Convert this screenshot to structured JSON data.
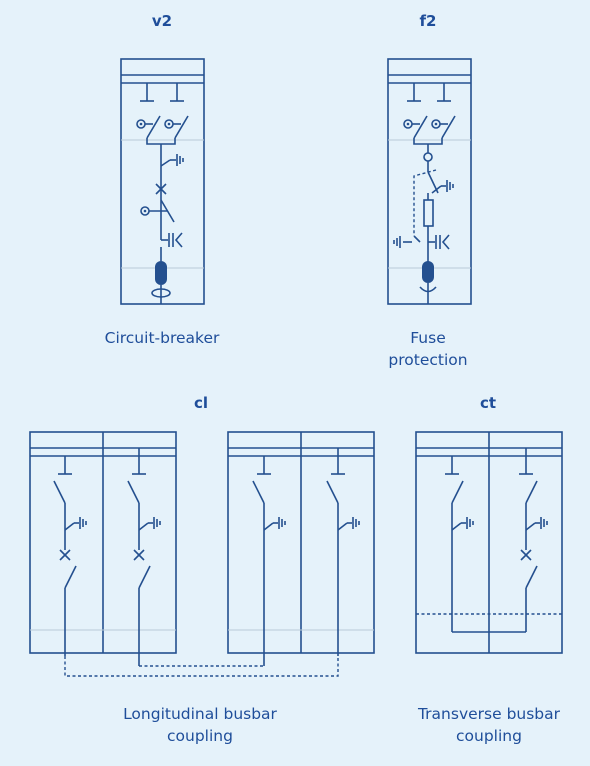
{
  "units": {
    "v2": {
      "code": "v2",
      "label": "Circuit-breaker"
    },
    "f2": {
      "code": "f2",
      "label_lines": [
        "Fuse",
        "protection"
      ]
    },
    "cl": {
      "code": "cl",
      "label_lines": [
        "Longitudinal busbar",
        "coupling"
      ]
    },
    "ct": {
      "code": "ct",
      "label_lines": [
        "Transverse busbar",
        "coupling"
      ]
    }
  },
  "colors": {
    "background": "#e5f2fa",
    "line": "#24508f",
    "text": "#1f4e9a",
    "grid": "#b9cbd8"
  }
}
